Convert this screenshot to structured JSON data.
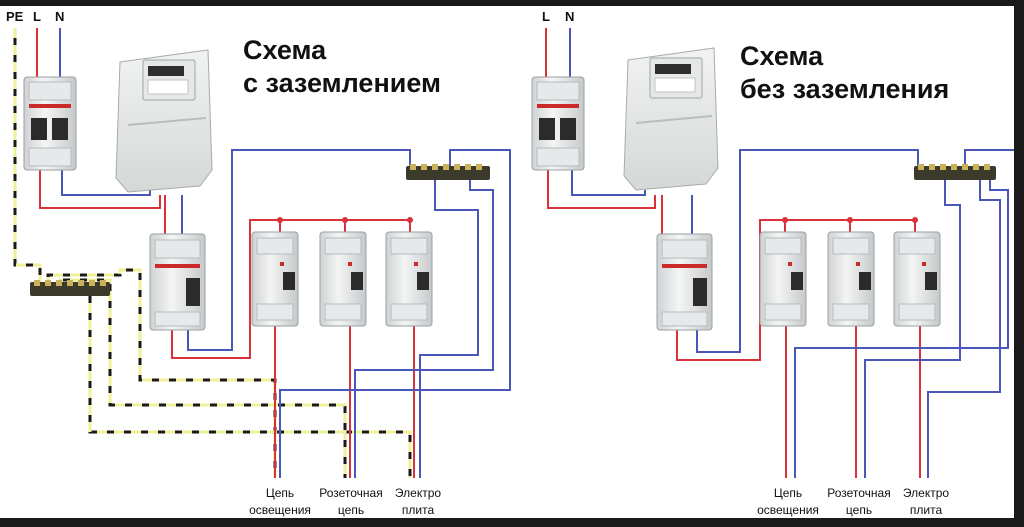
{
  "left_scheme": {
    "title_line1": "Схема",
    "title_line2": "с заземлением",
    "wire_pe": "PE",
    "wire_l": "L",
    "wire_n": "N",
    "circuit_lighting_1": "Цепь",
    "circuit_lighting_2": "освещения",
    "circuit_outlet_1": "Розеточная",
    "circuit_outlet_2": "цепь",
    "circuit_stove_1": "Электро",
    "circuit_stove_2": "плита"
  },
  "right_scheme": {
    "title_line1": "Схема",
    "title_line2": "без заземления",
    "wire_l": "L",
    "wire_n": "N",
    "circuit_lighting_1": "Цепь",
    "circuit_lighting_2": "освещения",
    "circuit_outlet_1": "Розеточная",
    "circuit_outlet_2": "цепь",
    "circuit_stove_1": "Электро",
    "circuit_stove_2": "плита"
  },
  "colors": {
    "phase": "#d9323a",
    "neutral": "#4b57b8",
    "ground_dash": "#f0ef9a",
    "ground_line": "#1a1a1a"
  }
}
